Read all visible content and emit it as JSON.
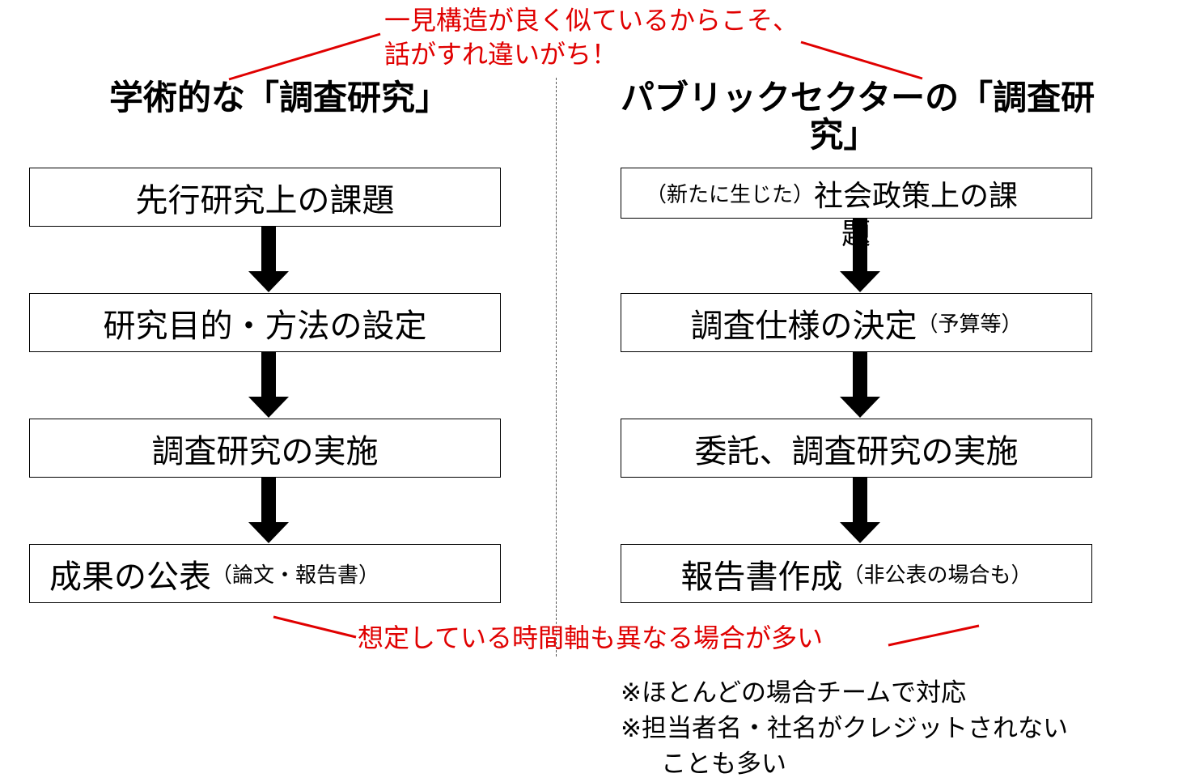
{
  "top_note": {
    "line1": "一見構造が良く似ているからこそ、",
    "line2": "話がすれ違いがち！"
  },
  "left": {
    "heading": "学術的な「調査研究」",
    "steps": [
      {
        "main": "先行研究上の課題",
        "sub": ""
      },
      {
        "main": "研究目的・方法の設定",
        "sub": ""
      },
      {
        "main": "調査研究の実施",
        "sub": ""
      },
      {
        "main": "成果の公表",
        "sub": "（論文・報告書）"
      }
    ]
  },
  "right": {
    "heading_line1": "パブリックセクターの「調査研",
    "heading_line2": "究」",
    "steps": [
      {
        "pre": "（新たに生じた）",
        "main": "社会政策上の課",
        "overflow": "題"
      },
      {
        "main": "調査仕様の決定",
        "sub": "（予算等）"
      },
      {
        "main": "委託、調査研究の実施",
        "sub": ""
      },
      {
        "main": "報告書作成",
        "sub": "（非公表の場合も）"
      }
    ]
  },
  "bottom_note": "想定している時間軸も異なる場合が多い",
  "footnotes": [
    "※ほとんどの場合チームで対応",
    "※担当者名・社名がクレジットされない",
    "ことも多い"
  ],
  "colors": {
    "accent": "#e00000",
    "text": "#000000"
  }
}
